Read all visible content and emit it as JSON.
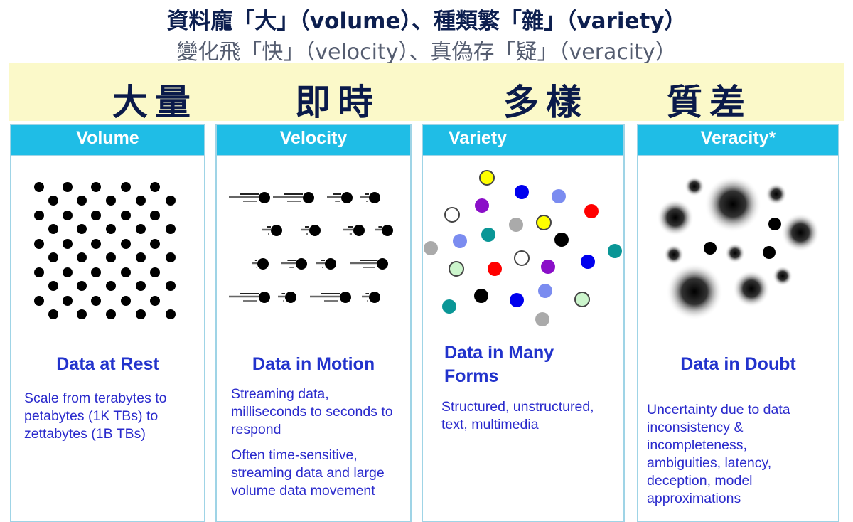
{
  "title_line1": "資料龐「大」（volume）、種類繁「雜」（variety）",
  "title_line2": "變化飛「快」（velocity）、真偽存「疑」（veracity）",
  "band": [
    "大量",
    "即時",
    "多樣",
    "質差"
  ],
  "cards": [
    {
      "header": "Volume",
      "subtitle": "Data at Rest",
      "desc": [
        "Scale from terabytes to petabytes (1K TBs) to zettabytes (1B TBs)"
      ]
    },
    {
      "header": "Velocity",
      "subtitle": "Data in Motion",
      "desc": [
        "Streaming data, milliseconds to seconds to respond",
        "Often time-sensitive, streaming data and large volume data movement"
      ]
    },
    {
      "header": "Variety",
      "subtitle": "Data in Many Forms",
      "desc": [
        "Structured, unstructured, text, multimedia"
      ]
    },
    {
      "header": "Veracity*",
      "subtitle": "Data in Doubt",
      "desc": [
        "Uncertainty due to data inconsistency & incompleteness, ambiguities, latency, deception, model approximations"
      ]
    }
  ],
  "colors": {
    "header": "#1fbde6",
    "band": "#fbf9c9",
    "text": "#2233cc"
  }
}
